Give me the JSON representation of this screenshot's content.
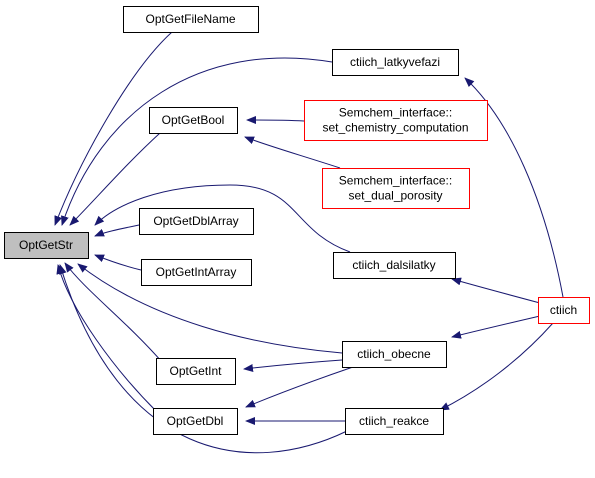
{
  "colors": {
    "edge": "#191970",
    "node_border": "#000000",
    "node_border_red": "#ff0000",
    "root_fill": "#bfbfbf",
    "node_fill": "#ffffff"
  },
  "nodes": [
    {
      "id": "OptGetStr",
      "lines": [
        "OptGetStr"
      ],
      "style": "root"
    },
    {
      "id": "OptGetFileName",
      "lines": [
        "OptGetFileName"
      ],
      "style": "normal"
    },
    {
      "id": "OptGetBool",
      "lines": [
        "OptGetBool"
      ],
      "style": "normal"
    },
    {
      "id": "OptGetDblArray",
      "lines": [
        "OptGetDblArray"
      ],
      "style": "normal"
    },
    {
      "id": "OptGetIntArray",
      "lines": [
        "OptGetIntArray"
      ],
      "style": "normal"
    },
    {
      "id": "OptGetInt",
      "lines": [
        "OptGetInt"
      ],
      "style": "normal"
    },
    {
      "id": "OptGetDbl",
      "lines": [
        "OptGetDbl"
      ],
      "style": "normal"
    },
    {
      "id": "ctiich_latkyvefazi",
      "lines": [
        "ctiich_latkyvefazi"
      ],
      "style": "normal"
    },
    {
      "id": "set_chemistry_computation",
      "lines": [
        "Semchem_interface::",
        "set_chemistry_computation"
      ],
      "style": "red"
    },
    {
      "id": "set_dual_porosity",
      "lines": [
        "Semchem_interface::",
        "set_dual_porosity"
      ],
      "style": "red"
    },
    {
      "id": "ctiich_dalsilatky",
      "lines": [
        "ctiich_dalsilatky"
      ],
      "style": "normal"
    },
    {
      "id": "ctiich_obecne",
      "lines": [
        "ctiich_obecne"
      ],
      "style": "normal"
    },
    {
      "id": "ctiich_reakce",
      "lines": [
        "ctiich_reakce"
      ],
      "style": "normal"
    },
    {
      "id": "ctiich",
      "lines": [
        "ctiich"
      ],
      "style": "red"
    }
  ],
  "edges": [
    {
      "from": "OptGetFileName",
      "to": "OptGetStr"
    },
    {
      "from": "OptGetBool",
      "to": "OptGetStr"
    },
    {
      "from": "OptGetDblArray",
      "to": "OptGetStr"
    },
    {
      "from": "OptGetIntArray",
      "to": "OptGetStr"
    },
    {
      "from": "OptGetInt",
      "to": "OptGetStr"
    },
    {
      "from": "OptGetDbl",
      "to": "OptGetStr"
    },
    {
      "from": "ctiich_latkyvefazi",
      "to": "OptGetStr"
    },
    {
      "from": "ctiich_dalsilatky",
      "to": "OptGetStr"
    },
    {
      "from": "ctiich_obecne",
      "to": "OptGetStr"
    },
    {
      "from": "ctiich_reakce",
      "to": "OptGetStr"
    },
    {
      "from": "set_chemistry_computation",
      "to": "OptGetBool"
    },
    {
      "from": "set_dual_porosity",
      "to": "OptGetBool"
    },
    {
      "from": "ctiich_obecne",
      "to": "OptGetInt"
    },
    {
      "from": "ctiich_obecne",
      "to": "OptGetDbl"
    },
    {
      "from": "ctiich_reakce",
      "to": "OptGetDbl"
    },
    {
      "from": "ctiich",
      "to": "ctiich_latkyvefazi"
    },
    {
      "from": "ctiich",
      "to": "ctiich_dalsilatky"
    },
    {
      "from": "ctiich",
      "to": "ctiich_obecne"
    },
    {
      "from": "ctiich",
      "to": "ctiich_reakce"
    }
  ]
}
